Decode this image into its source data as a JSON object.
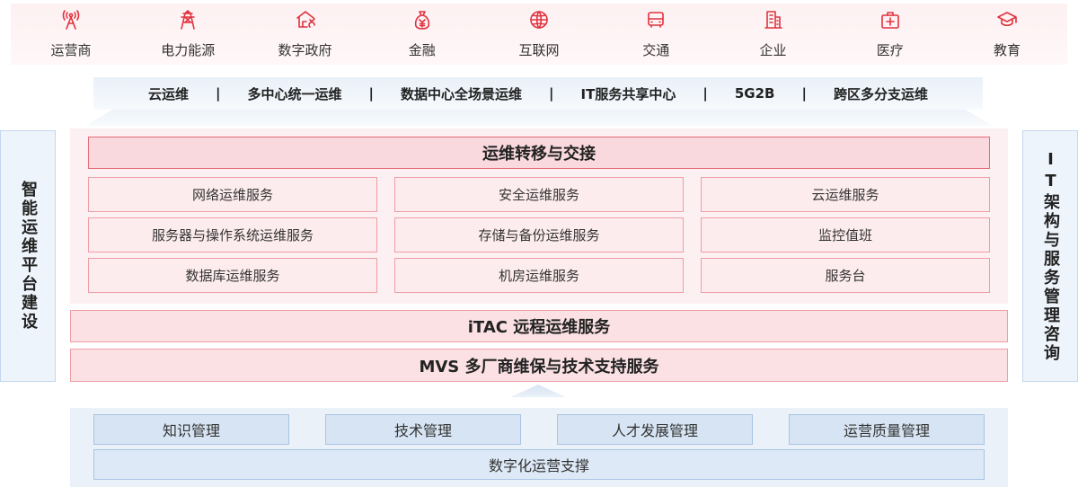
{
  "colors": {
    "accent_red": "#e0323e",
    "pink_border": "#ee9ea6",
    "blue_border": "#a9c4e3"
  },
  "industries": [
    {
      "label": "运营商",
      "icon": "antenna-icon"
    },
    {
      "label": "电力能源",
      "icon": "power-tower-icon"
    },
    {
      "label": "数字政府",
      "icon": "government-icon"
    },
    {
      "label": "金融",
      "icon": "money-bag-icon"
    },
    {
      "label": "互联网",
      "icon": "globe-icon"
    },
    {
      "label": "交通",
      "icon": "bus-icon"
    },
    {
      "label": "企业",
      "icon": "building-icon"
    },
    {
      "label": "医疗",
      "icon": "medical-kit-icon"
    },
    {
      "label": "教育",
      "icon": "graduation-cap-icon"
    }
  ],
  "scenarios": [
    "云运维",
    "多中心统一运维",
    "数据中心全场景运维",
    "IT服务共享中心",
    "5G2B",
    "跨区多分支运维"
  ],
  "scenario_separator": "|",
  "left_side": "智能运维平台建设",
  "right_side": "IT架构与服务管理咨询",
  "transfer": "运维转移与交接",
  "services": [
    "网络运维服务",
    "安全运维服务",
    "云运维服务",
    "服务器与操作系统运维服务",
    "存储与备份运维服务",
    "监控值班",
    "数据库运维服务",
    "机房运维服务",
    "服务台"
  ],
  "itac": "iTAC 远程运维服务",
  "mvs": "MVS 多厂商维保与技术支持服务",
  "management": [
    "知识管理",
    "技术管理",
    "人才发展管理",
    "运营质量管理"
  ],
  "digital_support": "数字化运营支撑"
}
